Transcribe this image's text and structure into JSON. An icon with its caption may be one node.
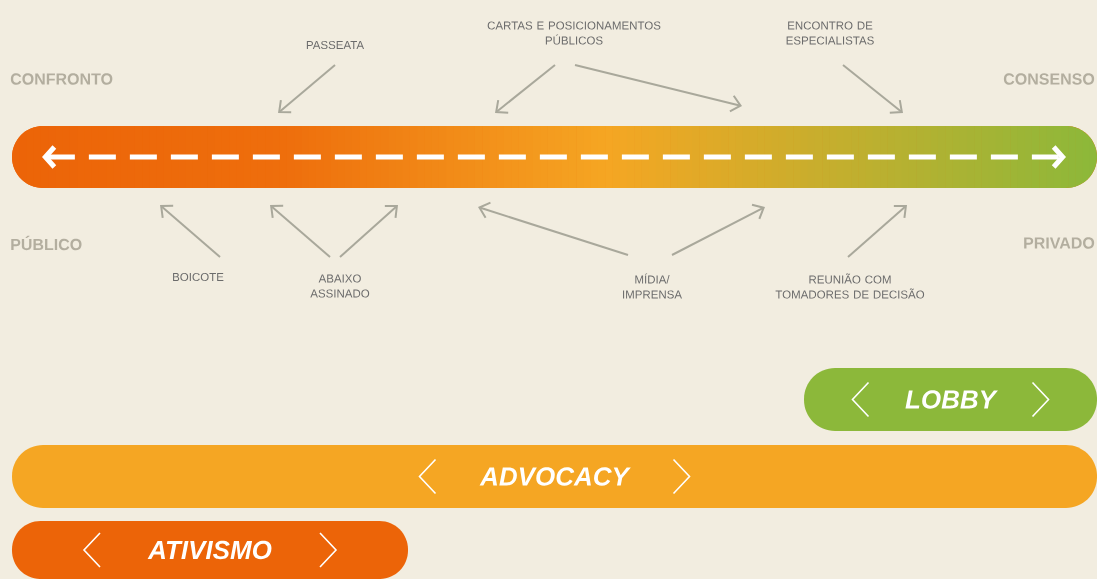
{
  "diagram": {
    "nodes": [
      {
        "text": [],
        "shape": "bar"
      },
      {
        "text": [
          "PASSEATA"
        ]
      },
      {
        "text": [
          "CARTAS E POSICIONAMENTOS PÚBLICOS"
        ]
      },
      {
        "text": [
          "ENCONTRO DE ESPECIALISTAS"
        ]
      },
      {
        "text": [
          "BOICOTE"
        ]
      },
      {
        "text": [
          "ABAIXO ASSINADO"
        ]
      },
      {
        "text": [
          "MÍDIA/ IMPRENSA"
        ]
      },
      {
        "text": [
          "REUNIÃO COM TOMADORES DE DECISÃO"
        ]
      },
      {
        "text": [
          "LOBBY"
        ]
      },
      {
        "text": [
          "ADVOCACY"
        ]
      },
      {
        "text": [
          "ATIVISMO"
        ]
      }
    ],
    "edges": [
      {
        "from": 1,
        "to": 0,
        "arrow": "to"
      },
      {
        "from": 2,
        "to": 0,
        "arrow": "to"
      },
      {
        "from": 2,
        "to": 0,
        "arrow": "to"
      },
      {
        "from": 3,
        "to": 0,
        "arrow": "to"
      },
      {
        "from": 4,
        "to": 0,
        "arrow": "to"
      },
      {
        "from": 5,
        "to": 0,
        "arrow": "to"
      },
      {
        "from": 5,
        "to": 0,
        "arrow": "to"
      },
      {
        "from": 6,
        "to": 0,
        "arrow": "to"
      },
      {
        "from": 6,
        "to": 0,
        "arrow": "to"
      },
      {
        "from": 7,
        "to": 0,
        "arrow": "to"
      }
    ],
    "labels": [
      "CONFRONTO",
      "CONSENSO",
      "PÚBLICO",
      "PRIVADO"
    ]
  }
}
